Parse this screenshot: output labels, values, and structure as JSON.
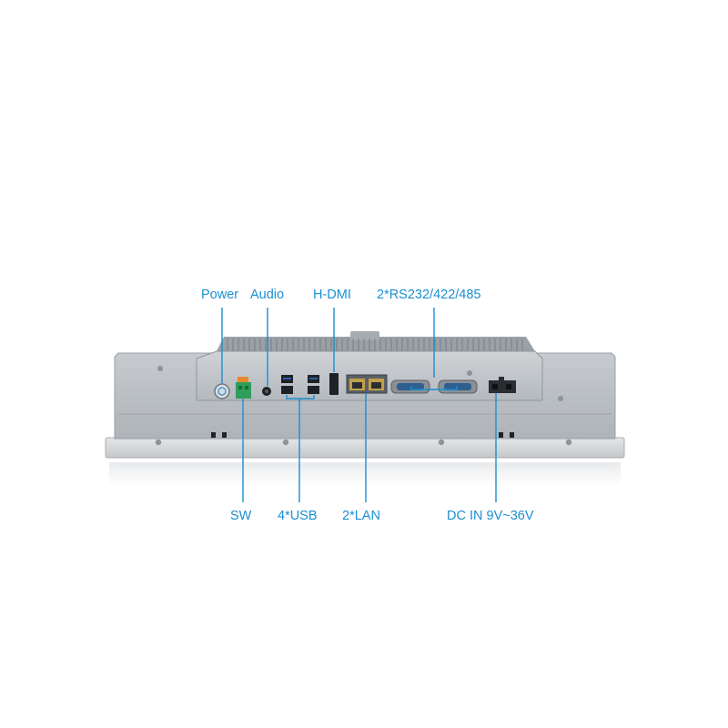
{
  "label_color": "#1a8fd1",
  "line_color": "#1a8fd1",
  "labels": {
    "power": "Power",
    "audio": "Audio",
    "hdmi": "H-DMI",
    "rs232": "2*RS232/422/485",
    "sw": "SW",
    "usb": "4*USB",
    "lan": "2*LAN",
    "dcin": "DC IN 9V~36V"
  },
  "colors": {
    "chassis": "#b9bdc1",
    "chassis_dark": "#8e9398",
    "panel_face": "#c8ccd0",
    "port_black": "#1e2226",
    "terminal_green": "#2e9e5a",
    "terminal_orange": "#e88a2a"
  }
}
